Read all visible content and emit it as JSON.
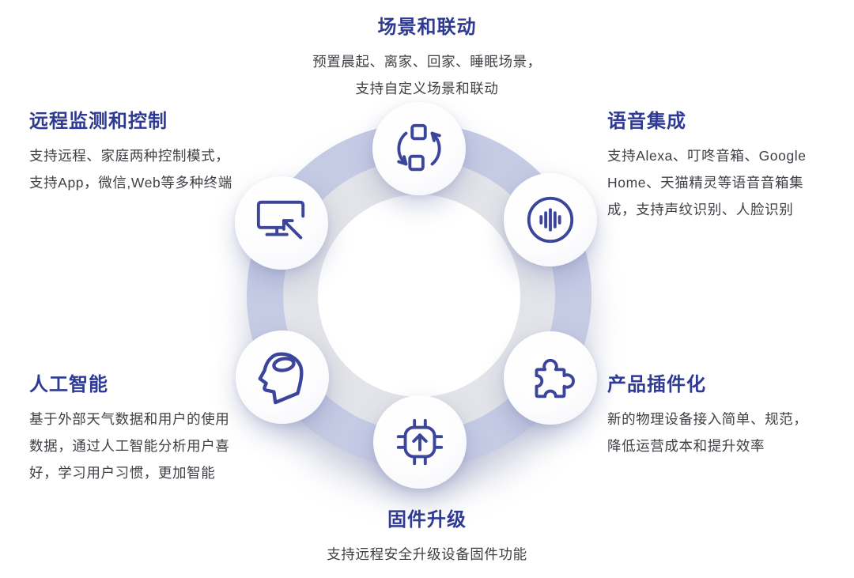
{
  "colors": {
    "title": "#2E3A93",
    "body": "#3F4045",
    "icon_stroke": "#3B459B",
    "ring_outer": "#C6CBE4",
    "ring_inner": "#E3E4E9",
    "node_background": "#FFFFFF"
  },
  "features": {
    "scenes": {
      "title": "场景和联动",
      "icon": "sync-arrows-icon",
      "desc": [
        "预置晨起、离家、回家、睡眠场景，",
        "支持自定义场景和联动"
      ]
    },
    "remote": {
      "title": "远程监测和控制",
      "icon": "monitor-cursor-icon",
      "desc": [
        "支持远程、家庭两种控制模式，",
        "支持App，微信,Web等多种终端"
      ]
    },
    "voice": {
      "title": "语音集成",
      "icon": "voice-waveform-icon",
      "desc": [
        "支持Alexa、叮咚音箱、Google",
        "Home、天猫精灵等语音音箱集",
        "成，支持声纹识别、人脸识别"
      ]
    },
    "ai": {
      "title": "人工智能",
      "icon": "head-brain-icon",
      "desc": [
        "基于外部天气数据和用户的使用",
        "数据，通过人工智能分析用户喜",
        "好，学习用户习惯，更加智能"
      ]
    },
    "plugin": {
      "title": "产品插件化",
      "icon": "puzzle-piece-icon",
      "desc": [
        "新的物理设备接入简单、规范，",
        "降低运营成本和提升效率"
      ]
    },
    "firmware": {
      "title": "固件升级",
      "icon": "chip-upgrade-icon",
      "desc": [
        "支持远程安全升级设备固件功能"
      ]
    }
  }
}
